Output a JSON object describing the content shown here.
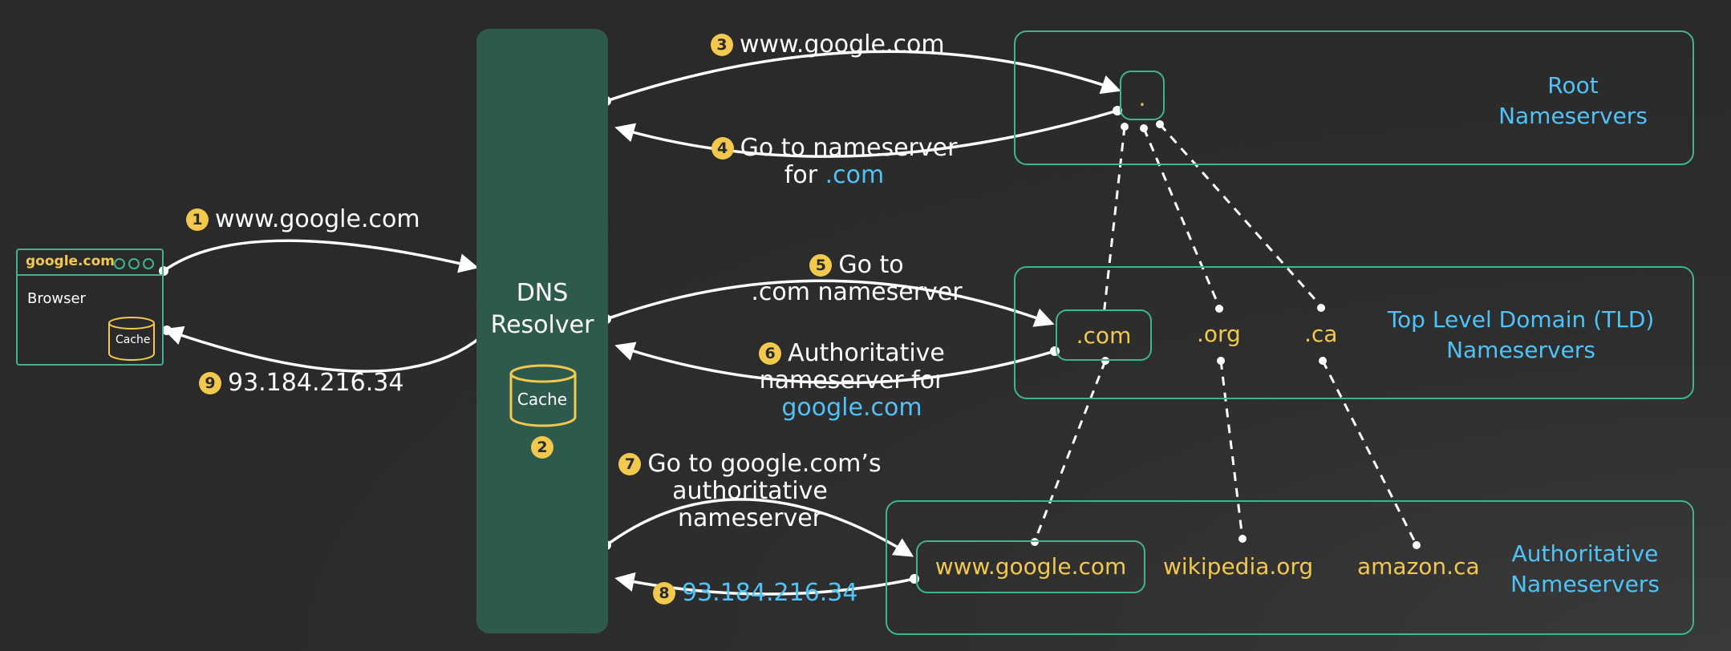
{
  "browser": {
    "url": "google.com",
    "label": "Browser",
    "cache_label": "Cache"
  },
  "resolver": {
    "title_line1": "DNS",
    "title_line2": "Resolver",
    "cache_label": "Cache",
    "cache_step": "2"
  },
  "root": {
    "title_line1": "Root",
    "title_line2": "Nameservers",
    "node": "."
  },
  "tld": {
    "title_line1": "Top Level Domain (TLD)",
    "title_line2": "Nameservers",
    "nodes": [
      ".com",
      ".org",
      ".ca"
    ]
  },
  "authoritative": {
    "title_line1": "Authoritative",
    "title_line2": "Nameservers",
    "nodes": [
      "www.google.com",
      "wikipedia.org",
      "amazon.ca"
    ]
  },
  "steps": {
    "s1": {
      "num": "1",
      "text": "www.google.com"
    },
    "s3": {
      "num": "3",
      "text": "www.google.com"
    },
    "s4": {
      "num": "4",
      "line1": "Go to nameserver",
      "line2_prefix": "for ",
      "line2_blue": ".com"
    },
    "s5": {
      "num": "5",
      "line1": "Go to",
      "line2": ".com nameserver"
    },
    "s6": {
      "num": "6",
      "line1": "Authoritative",
      "line2": "nameserver for",
      "line3_blue": "google.com"
    },
    "s7": {
      "num": "7",
      "line1": "Go to google.com’s",
      "line2": "authoritative",
      "line3": "nameserver"
    },
    "s8": {
      "num": "8",
      "text_blue": "93.184.216.34"
    },
    "s9": {
      "num": "9",
      "text": "93.184.216.34"
    }
  },
  "colors": {
    "box_border": "#3fb58f",
    "resolver_fill": "#2e5a4e",
    "accent_yellow": "#f2c94c",
    "accent_blue": "#4fc3f7"
  }
}
